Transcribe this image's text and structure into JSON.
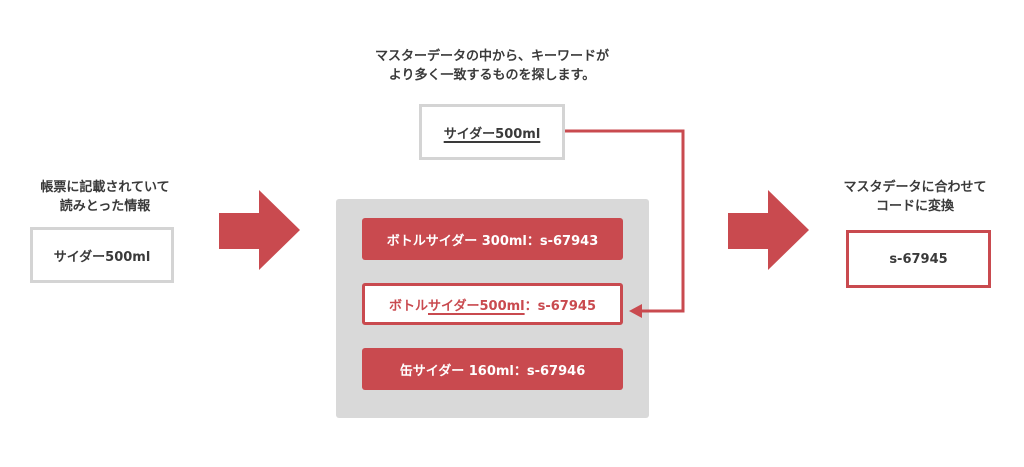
{
  "left": {
    "caption_lines": [
      "帳票に記載されていて",
      "読みとった情報"
    ],
    "box_text": "サイダー500ml"
  },
  "top": {
    "caption_lines": [
      "マスターデータの中から、キーワードが",
      "より多く一致するものを探します。"
    ],
    "keyword": "サイダー500ml"
  },
  "candidates": [
    {
      "prefix": "ボトルサイダー 300ml：s-67943"
    },
    {
      "prefix": "ボトル",
      "match": "サイダー500ml",
      "suffix": "：s-67945"
    },
    {
      "prefix": "缶サイダー 160ml：s-67946"
    }
  ],
  "right": {
    "caption_lines": [
      "マスタデータに合わせて",
      "コードに変換"
    ],
    "result": "s-67945"
  },
  "colors": {
    "accent": "#c94a4f",
    "panel": "#d9d9d9",
    "border_gray": "#d4d4d4",
    "text": "#3a3a3a"
  }
}
